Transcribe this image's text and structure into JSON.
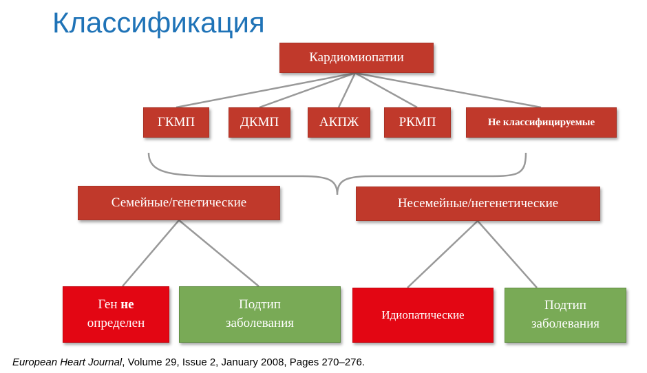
{
  "title": "Классификация",
  "root": {
    "label": "Кардиомиопатии"
  },
  "types": [
    {
      "label": "ГКМП"
    },
    {
      "label": "ДКМП"
    },
    {
      "label": "АКПЖ"
    },
    {
      "label": "РКМП"
    },
    {
      "label": "Не классифицируемые"
    }
  ],
  "groups": {
    "familial": {
      "label": "Семейные/генетические",
      "children": {
        "gene": {
          "part1": "Ген ",
          "bold": "не",
          "part2": "определен"
        },
        "subtype": {
          "line1": "Подтип",
          "line2": "заболевания"
        }
      }
    },
    "nonfamilial": {
      "label": "Несемейные/негенетические",
      "children": {
        "idiopathic": {
          "label": "Идиопатические"
        },
        "subtype": {
          "line1": "Подтип",
          "line2": "заболевания"
        }
      }
    }
  },
  "citation": {
    "journal": "European Heart Journal",
    "details": ", Volume 29, Issue 2, January 2008, Pages 270–276."
  },
  "colors": {
    "title": "#1f73b7",
    "dark_red_box": "#c0392b",
    "bright_red_box": "#e30613",
    "green_box": "#79aa56",
    "connector": "#999999"
  }
}
